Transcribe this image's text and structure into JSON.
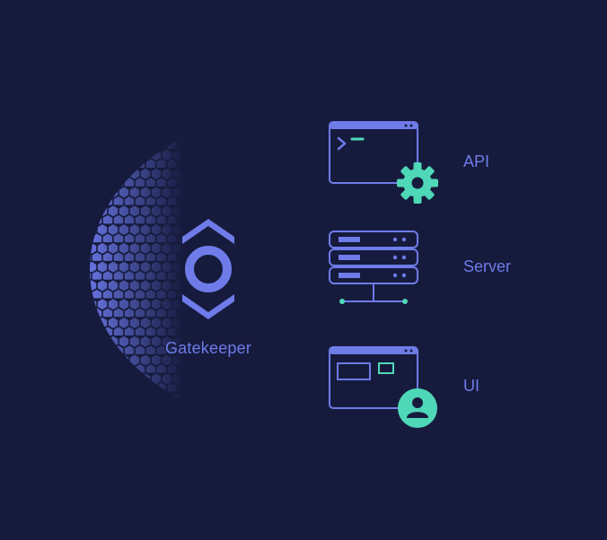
{
  "brand": {
    "name": "Gatekeeper",
    "icon": "gatekeeper-logo-icon"
  },
  "items": [
    {
      "label": "API",
      "icon": "terminal-gear-icon"
    },
    {
      "label": "Server",
      "icon": "server-rack-icon"
    },
    {
      "label": "UI",
      "icon": "window-user-icon"
    }
  ],
  "colors": {
    "background": "#161b3d",
    "primary": "#6e7be8",
    "accent": "#4fd8b8"
  }
}
